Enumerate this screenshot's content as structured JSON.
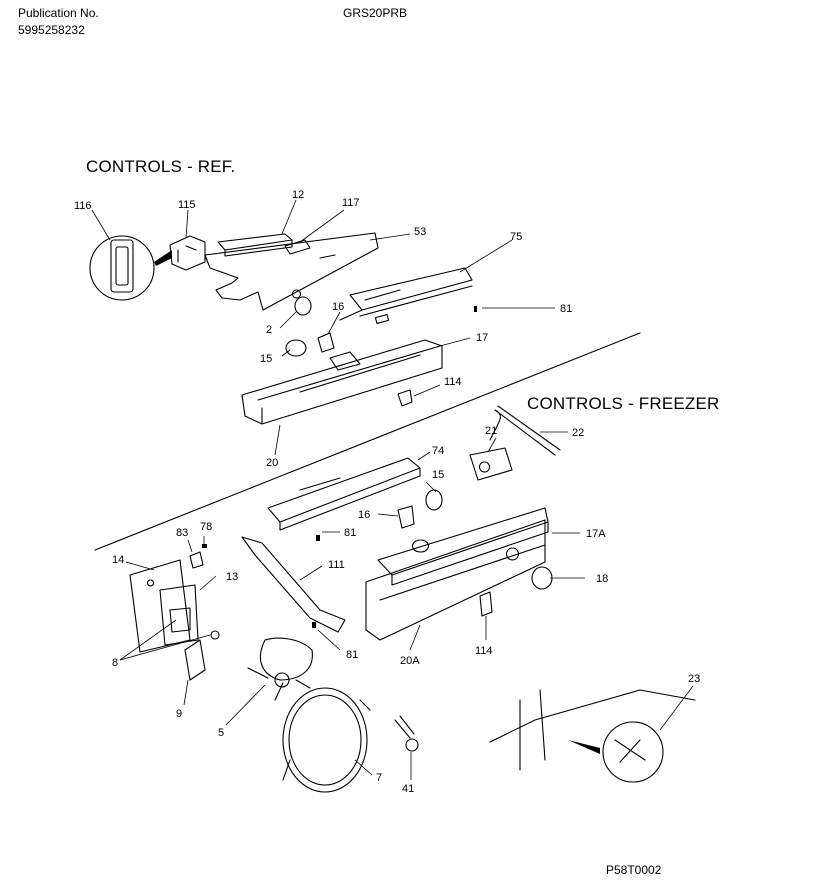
{
  "header": {
    "publication_label": "Publication No.",
    "publication_number": "5995258232",
    "model": "GRS20PRB"
  },
  "sections": {
    "ref_title": "CONTROLS - REF.",
    "freezer_title": "CONTROLS - FREEZER"
  },
  "callouts": [
    "116",
    "115",
    "12",
    "117",
    "53",
    "75",
    "81",
    "2",
    "16",
    "15",
    "17",
    "114",
    "20",
    "21",
    "22",
    "74",
    "15",
    "16",
    "81",
    "17A",
    "83",
    "78",
    "14",
    "13",
    "111",
    "18",
    "8",
    "81",
    "20A",
    "114",
    "9",
    "5",
    "23",
    "41",
    "7"
  ],
  "footer": {
    "drawing_id": "P58T0002"
  }
}
